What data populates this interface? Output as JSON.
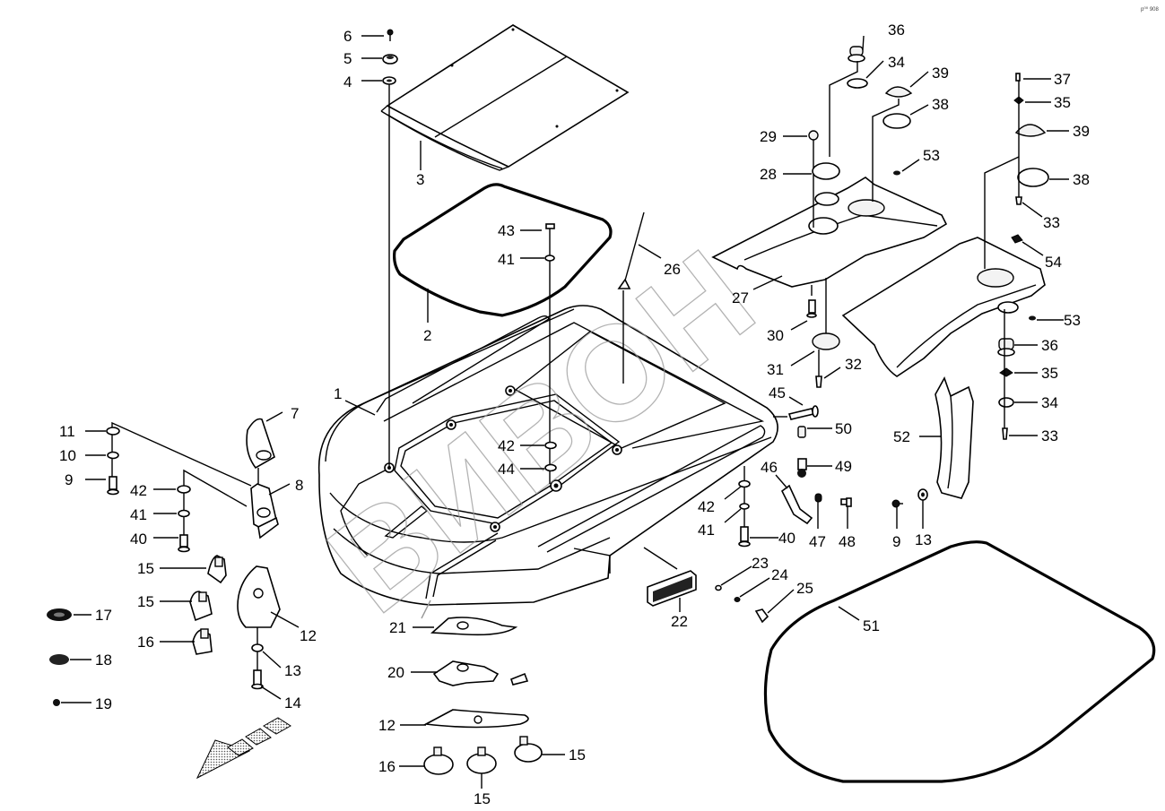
{
  "diagram": {
    "type": "exploded-parts-diagram",
    "corner_code": "p⁰⁰ 908",
    "watermark": "ВИВОН",
    "direction_arrow": "front-direction-indicator",
    "callouts": [
      {
        "n": "1"
      },
      {
        "n": "2"
      },
      {
        "n": "3"
      },
      {
        "n": "4"
      },
      {
        "n": "5"
      },
      {
        "n": "6"
      },
      {
        "n": "7"
      },
      {
        "n": "8"
      },
      {
        "n": "9"
      },
      {
        "n": "10"
      },
      {
        "n": "11"
      },
      {
        "n": "12"
      },
      {
        "n": "13"
      },
      {
        "n": "14"
      },
      {
        "n": "15"
      },
      {
        "n": "15"
      },
      {
        "n": "16"
      },
      {
        "n": "17"
      },
      {
        "n": "18"
      },
      {
        "n": "19"
      },
      {
        "n": "21"
      },
      {
        "n": "20"
      },
      {
        "n": "12"
      },
      {
        "n": "16"
      },
      {
        "n": "15"
      },
      {
        "n": "15"
      },
      {
        "n": "22"
      },
      {
        "n": "23"
      },
      {
        "n": "24"
      },
      {
        "n": "25"
      },
      {
        "n": "26"
      },
      {
        "n": "27"
      },
      {
        "n": "28"
      },
      {
        "n": "29"
      },
      {
        "n": "30"
      },
      {
        "n": "31"
      },
      {
        "n": "32"
      },
      {
        "n": "33"
      },
      {
        "n": "33"
      },
      {
        "n": "34"
      },
      {
        "n": "34"
      },
      {
        "n": "35"
      },
      {
        "n": "35"
      },
      {
        "n": "36"
      },
      {
        "n": "36"
      },
      {
        "n": "37"
      },
      {
        "n": "38"
      },
      {
        "n": "38"
      },
      {
        "n": "39"
      },
      {
        "n": "39"
      },
      {
        "n": "40"
      },
      {
        "n": "40"
      },
      {
        "n": "41"
      },
      {
        "n": "41"
      },
      {
        "n": "41"
      },
      {
        "n": "42"
      },
      {
        "n": "42"
      },
      {
        "n": "42"
      },
      {
        "n": "43"
      },
      {
        "n": "44"
      },
      {
        "n": "45"
      },
      {
        "n": "46"
      },
      {
        "n": "47"
      },
      {
        "n": "48"
      },
      {
        "n": "49"
      },
      {
        "n": "50"
      },
      {
        "n": "51"
      },
      {
        "n": "52"
      },
      {
        "n": "53"
      },
      {
        "n": "53"
      },
      {
        "n": "54"
      },
      {
        "n": "9"
      },
      {
        "n": "13"
      }
    ]
  }
}
